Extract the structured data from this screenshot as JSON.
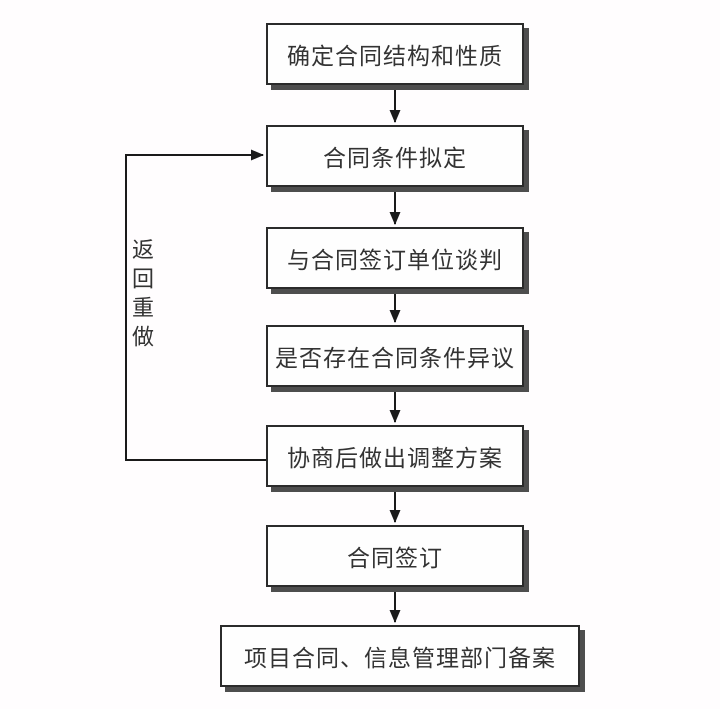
{
  "diagram": {
    "type": "flowchart",
    "nodes": [
      {
        "id": "n1",
        "label": "确定合同结构和性质"
      },
      {
        "id": "n2",
        "label": "合同条件拟定"
      },
      {
        "id": "n3",
        "label": "与合同签订单位谈判"
      },
      {
        "id": "n4",
        "label": "是否存在合同条件异议"
      },
      {
        "id": "n5",
        "label": "协商后做出调整方案"
      },
      {
        "id": "n6",
        "label": "合同签订"
      },
      {
        "id": "n7",
        "label": "项目合同、信息管理部门备案"
      }
    ],
    "edges": [
      {
        "from": "n1",
        "to": "n2",
        "type": "forward"
      },
      {
        "from": "n2",
        "to": "n3",
        "type": "forward"
      },
      {
        "from": "n3",
        "to": "n4",
        "type": "forward"
      },
      {
        "from": "n4",
        "to": "n5",
        "type": "forward"
      },
      {
        "from": "n5",
        "to": "n6",
        "type": "forward"
      },
      {
        "from": "n6",
        "to": "n7",
        "type": "forward"
      },
      {
        "from": "n5",
        "to": "n2",
        "type": "feedback",
        "label": "返回重做"
      }
    ],
    "loop_label": "返回重做",
    "colors": {
      "background": "#fffdfe",
      "box_fill": "#fefefe",
      "box_border": "#2b2b2b",
      "box_shadow": "#4e4e4e",
      "line": "#1a1a1a",
      "text": "#333333"
    }
  }
}
